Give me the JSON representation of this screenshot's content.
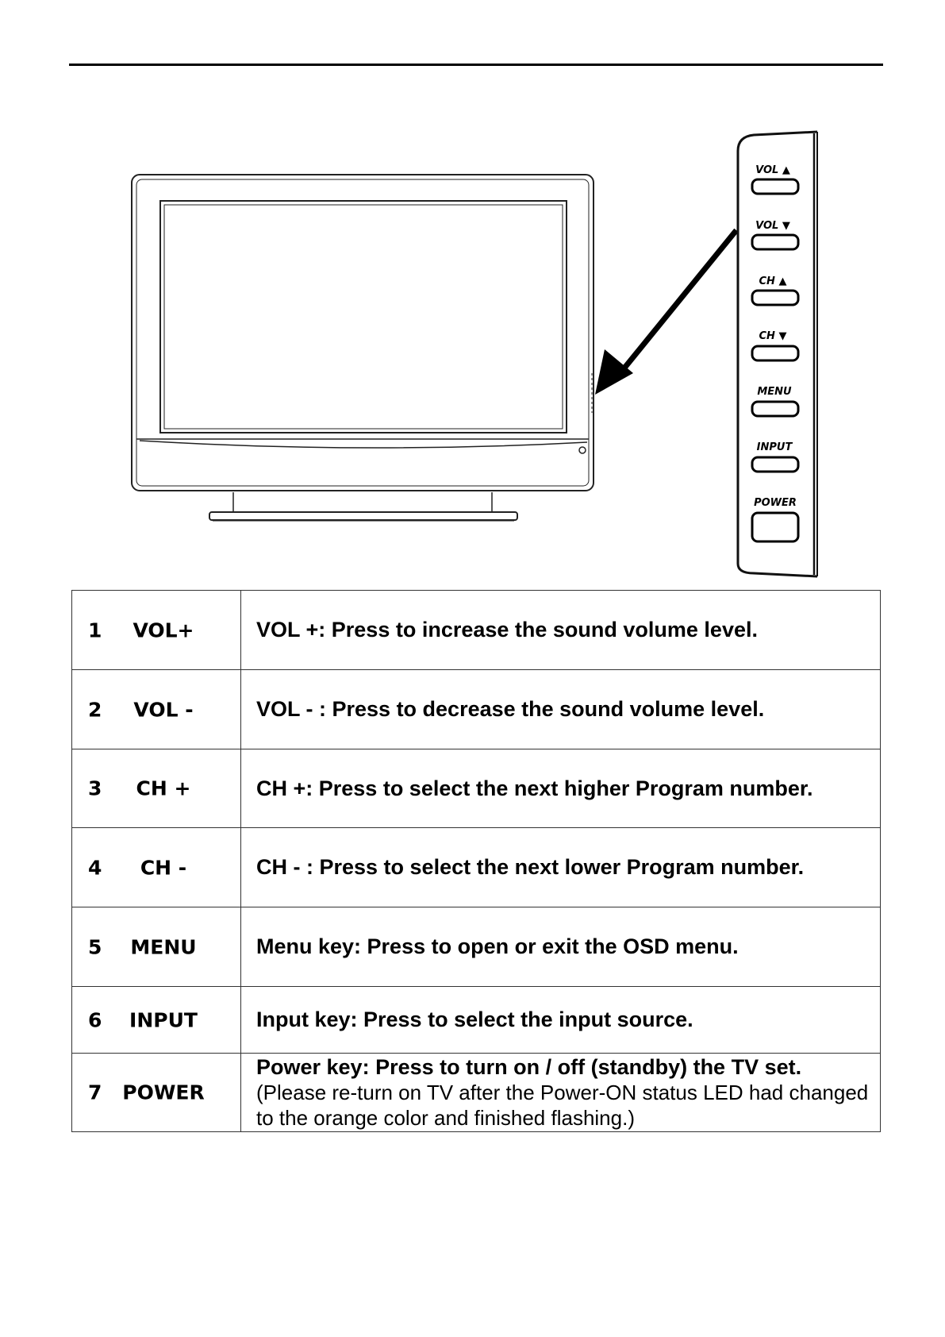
{
  "panel": {
    "buttons": [
      {
        "label": "VOL ▲"
      },
      {
        "label": "VOL ▼"
      },
      {
        "label": "CH ▲"
      },
      {
        "label": "CH ▼"
      },
      {
        "label": "MENU"
      },
      {
        "label": "INPUT"
      },
      {
        "label": "POWER"
      }
    ]
  },
  "keys": [
    {
      "num": "1",
      "name": "VOL+",
      "desc": "VOL +: Press to increase the sound volume level."
    },
    {
      "num": "2",
      "name": "VOL -",
      "desc": "VOL - : Press to decrease the sound volume level."
    },
    {
      "num": "3",
      "name": "CH +",
      "desc": "CH +: Press to select the next higher Program number."
    },
    {
      "num": "4",
      "name": "CH -",
      "desc": "CH - : Press to select the next lower Program number."
    },
    {
      "num": "5",
      "name": "MENU",
      "desc": "Menu key: Press to open or exit the OSD menu."
    },
    {
      "num": "6",
      "name": "INPUT",
      "desc": "Input key: Press to select the input source."
    },
    {
      "num": "7",
      "name": "POWER",
      "desc": "Power key: Press to turn on / off (standby) the TV set.",
      "note": "(Please re-turn on TV after the Power-ON status LED had changed to the orange color and finished flashing.)"
    }
  ]
}
